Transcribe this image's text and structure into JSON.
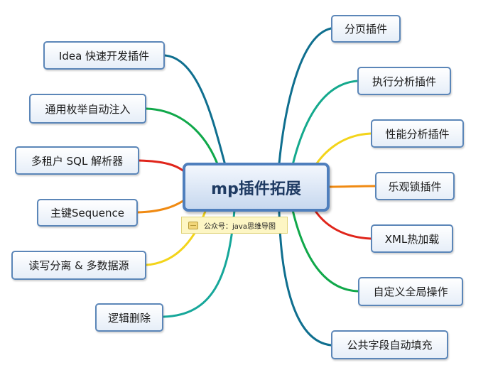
{
  "center": {
    "label": "mp插件拓展"
  },
  "note": {
    "text": "公众号：java思维导图"
  },
  "left_nodes": [
    {
      "label": "Idea 快速开发插件",
      "color": "#0f6f8f"
    },
    {
      "label": "通用枚举自动注入",
      "color": "#10a84a"
    },
    {
      "label": "多租户 SQL 解析器",
      "color": "#e0251b"
    },
    {
      "label": "主键Sequence",
      "color": "#f08a12"
    },
    {
      "label": "读写分离 & 多数据源",
      "color": "#f3d41a"
    },
    {
      "label": "逻辑删除",
      "color": "#16a79a"
    }
  ],
  "right_nodes": [
    {
      "label": "分页插件",
      "color": "#0f6f8f"
    },
    {
      "label": "执行分析插件",
      "color": "#14a98d"
    },
    {
      "label": "性能分析插件",
      "color": "#f3d41a"
    },
    {
      "label": "乐观锁插件",
      "color": "#f08a12"
    },
    {
      "label": "XML热加载",
      "color": "#e0251b"
    },
    {
      "label": "自定义全局操作",
      "color": "#10a84a"
    },
    {
      "label": "公共字段自动填充",
      "color": "#0f6f8f"
    }
  ]
}
